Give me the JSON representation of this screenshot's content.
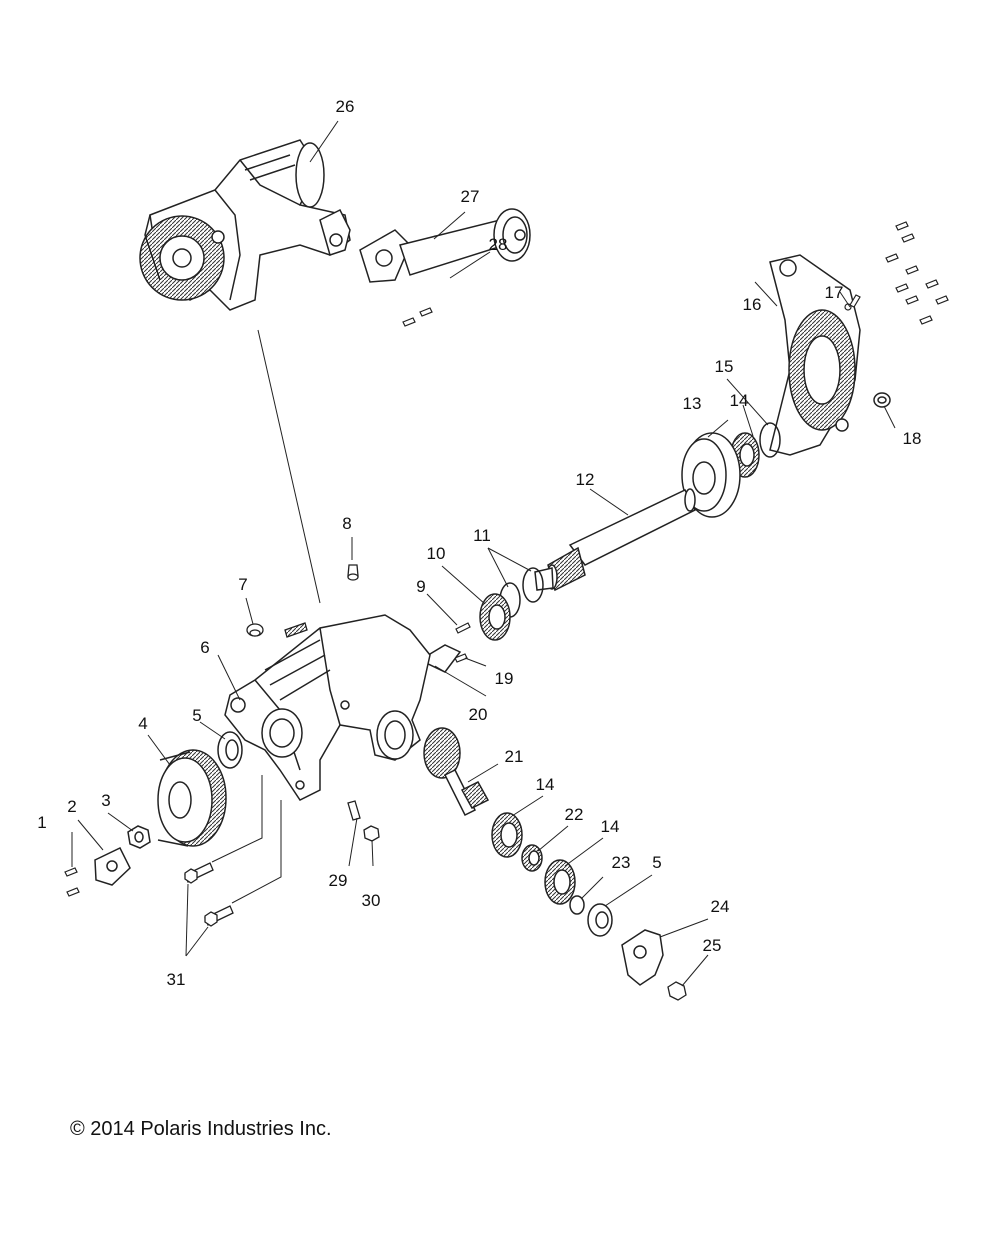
{
  "copyright": "© 2014 Polaris Industries Inc.",
  "callouts": [
    "1",
    "2",
    "3",
    "4",
    "5",
    "6",
    "7",
    "8",
    "9",
    "10",
    "11",
    "12",
    "13",
    "14",
    "15",
    "16",
    "17",
    "18",
    "19",
    "20",
    "21",
    "22",
    "23",
    "24",
    "25",
    "26",
    "27",
    "28",
    "29",
    "30",
    "31"
  ],
  "colors": {
    "line": "#222222",
    "fill": "#ffffff",
    "shade": "#cfcfcf"
  }
}
